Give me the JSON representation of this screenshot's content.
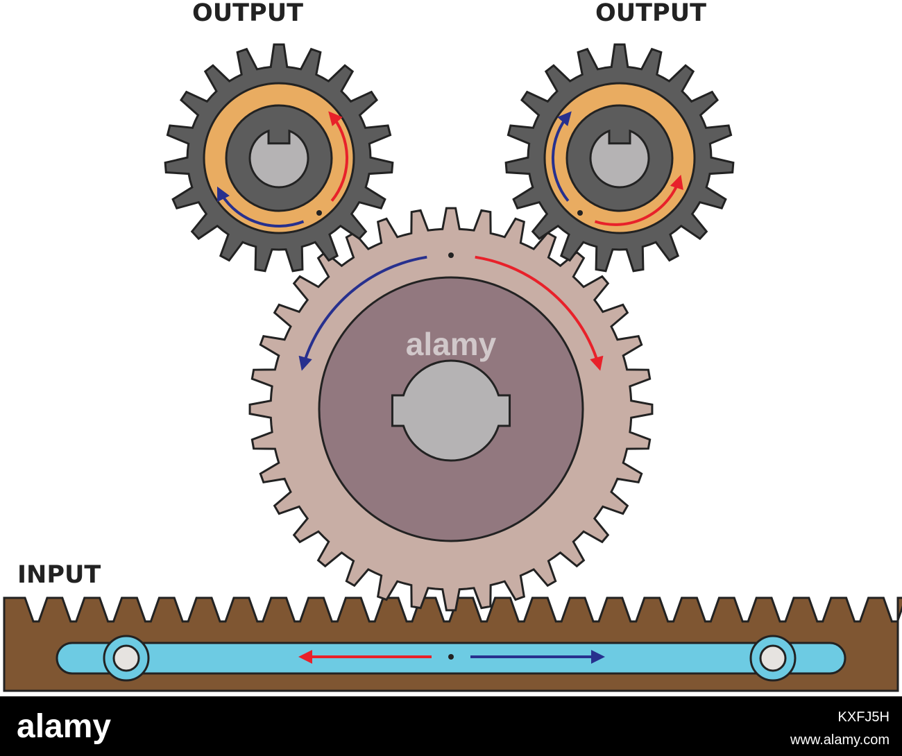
{
  "labels": {
    "output_left": "OUTPUT",
    "output_right": "OUTPUT",
    "input": "INPUT"
  },
  "watermark": {
    "center_text": "alamy",
    "footer_logo": "alamy",
    "image_id": "KXFJ5H",
    "url": "www.alamy.com"
  },
  "colors": {
    "background": "#ffffff",
    "outline": "#222222",
    "small_gear_teeth": "#5c5c5c",
    "small_gear_ring": "#e9ac61",
    "hub_gray": "#b5b3b4",
    "large_gear_teeth": "#c8aea5",
    "large_gear_disc": "#92787f",
    "rack_brown": "#7f5632",
    "slot_blue": "#6dcbe3",
    "arrow_red": "#e8212a",
    "arrow_blue": "#27308e",
    "footer_bg": "#000000"
  },
  "gears": {
    "small_left_teeth": 19,
    "small_right_teeth": 19,
    "large_teeth": 36
  }
}
